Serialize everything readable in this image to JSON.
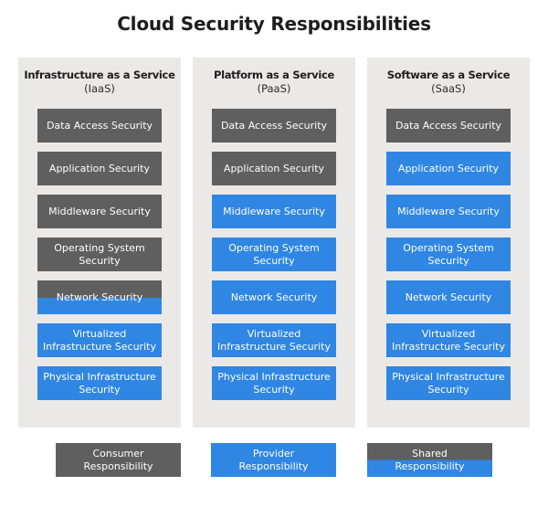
{
  "title": "Cloud Security Responsibilities",
  "colors": {
    "consumer": "#5f5f5f",
    "provider": "#2f86e3",
    "column_bg": "#ebe9e7"
  },
  "columns": [
    {
      "name": "Infrastructure as a Service",
      "abbr": "(IaaS)",
      "layers": [
        {
          "label": "Data Access Security",
          "responsibility": "consumer"
        },
        {
          "label": "Application Security",
          "responsibility": "consumer"
        },
        {
          "label": "Middleware Security",
          "responsibility": "consumer"
        },
        {
          "label": "Operating System\nSecurity",
          "responsibility": "consumer"
        },
        {
          "label": "Network Security",
          "responsibility": "shared"
        },
        {
          "label": "Virtualized\nInfrastructure Security",
          "responsibility": "provider"
        },
        {
          "label": "Physical Infrastructure\nSecurity",
          "responsibility": "provider"
        }
      ]
    },
    {
      "name": "Platform as a Service",
      "abbr": "(PaaS)",
      "layers": [
        {
          "label": "Data Access Security",
          "responsibility": "consumer"
        },
        {
          "label": "Application Security",
          "responsibility": "consumer"
        },
        {
          "label": "Middleware Security",
          "responsibility": "provider"
        },
        {
          "label": "Operating System\nSecurity",
          "responsibility": "provider"
        },
        {
          "label": "Network Security",
          "responsibility": "provider"
        },
        {
          "label": "Virtualized\nInfrastructure Security",
          "responsibility": "provider"
        },
        {
          "label": "Physical Infrastructure\nSecurity",
          "responsibility": "provider"
        }
      ]
    },
    {
      "name": "Software as a Service",
      "abbr": "(SaaS)",
      "layers": [
        {
          "label": "Data Access Security",
          "responsibility": "consumer"
        },
        {
          "label": "Application Security",
          "responsibility": "provider"
        },
        {
          "label": "Middleware Security",
          "responsibility": "provider"
        },
        {
          "label": "Operating System\nSecurity",
          "responsibility": "provider"
        },
        {
          "label": "Network Security",
          "responsibility": "provider"
        },
        {
          "label": "Virtualized\nInfrastructure Security",
          "responsibility": "provider"
        },
        {
          "label": "Physical Infrastructure\nSecurity",
          "responsibility": "provider"
        }
      ]
    }
  ],
  "legend": [
    {
      "label": "Consumer\nResponsibility",
      "type": "consumer"
    },
    {
      "label": "Provider\nResponsibility",
      "type": "provider"
    },
    {
      "label": "Shared\nResponsibility",
      "type": "shared"
    }
  ]
}
